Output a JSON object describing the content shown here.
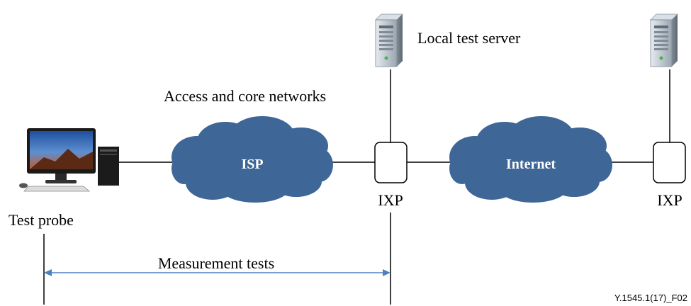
{
  "labels": {
    "local_test_server": "Local test server",
    "access_core": "Access and core networks",
    "isp": "ISP",
    "internet": "Internet",
    "ixp_left": "IXP",
    "ixp_right": "IXP",
    "test_probe": "Test probe",
    "measurement_tests": "Measurement tests",
    "figure_id": "Y.1545.1(17)_F02"
  },
  "colors": {
    "cloud": "#3e6696",
    "line": "#000000",
    "arrow": "#4f81bd",
    "server_body": "#b8c2cc"
  },
  "icons": {
    "computer": "desktop-computer-icon",
    "server": "server-icon"
  }
}
